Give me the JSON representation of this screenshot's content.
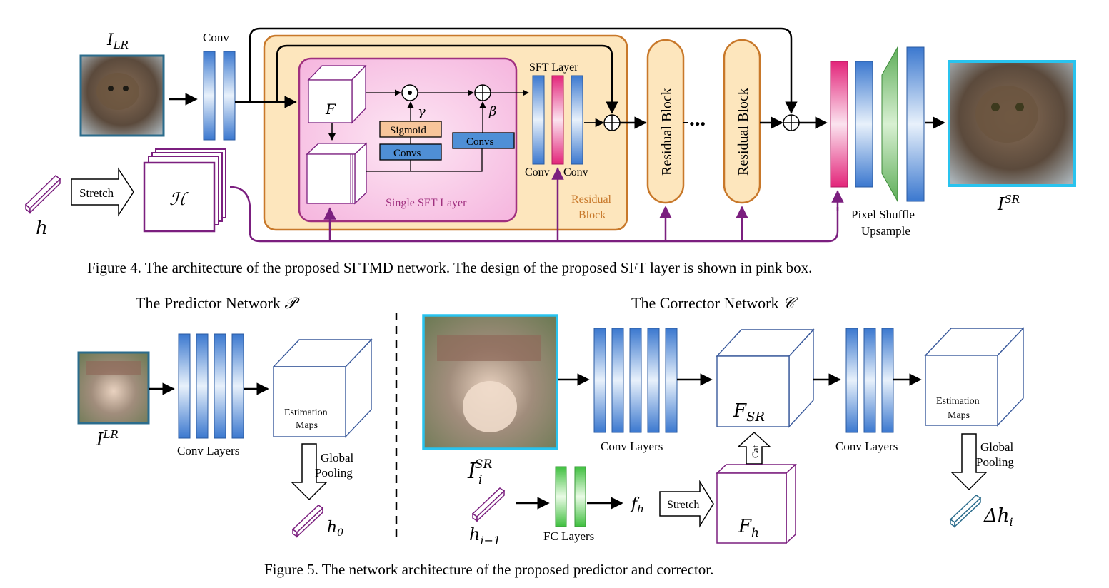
{
  "figure4": {
    "caption": "Figure 4. The architecture of the proposed SFTMD network. The design of the proposed SFT layer is shown in pink box.",
    "input_label": "I",
    "input_sub": "LR",
    "conv_label": "Conv",
    "h_label": "h",
    "stretch_label": "Stretch",
    "H_label": "ℋ",
    "F_label": "F",
    "sigmoid_label": "Sigmoid",
    "convs_label_1": "Convs",
    "convs_label_2": "Convs",
    "gamma_label": "γ",
    "beta_label": "β",
    "odot_symbol": "⊙",
    "oplus_symbol": "⊕",
    "single_sft_label": "Single SFT Layer",
    "sft_layer_label": "SFT Layer",
    "sft_conv_left": "Conv",
    "sft_conv_right": "Conv",
    "residual_block_label_1": "Residual",
    "residual_block_label_2": "Block",
    "residual_block_vertical_1": "Residual Block",
    "residual_block_vertical_2": "Residual Block",
    "dots": "•••",
    "pixel_shuffle_1": "Pixel Shuffle",
    "pixel_shuffle_2": "Upsample",
    "output_label": "I",
    "output_sup": "SR"
  },
  "figure5": {
    "caption": "Figure 5. The network architecture of the proposed predictor and corrector.",
    "predictor_title": "The Predictor Network",
    "predictor_symbol": "𝒫",
    "corrector_title": "The Corrector Network",
    "corrector_symbol": "𝒞",
    "pred_input_label": "I",
    "pred_input_sup": "LR",
    "pred_conv_layers": "Conv Layers",
    "pred_est_maps_1": "Estimation",
    "pred_est_maps_2": "Maps",
    "pred_global_1": "Global",
    "pred_global_2": "Pooling",
    "h0_label": "h",
    "h0_sub": "0",
    "corr_input_label": "I",
    "corr_input_sub": "i",
    "corr_input_sup": "SR",
    "corr_conv_layers_1": "Conv Layers",
    "corr_conv_layers_2": "Conv Layers",
    "fsr_label": "F",
    "fsr_sub": "SR",
    "cat_label": "Cat",
    "hi1_label": "h",
    "hi1_sub": "i−1",
    "fc_layers": "FC Layers",
    "fh_small_label": "f",
    "fh_small_sub": "h",
    "stretch_label": "Stretch",
    "Fh_label": "F",
    "Fh_sub": "h",
    "corr_est_maps_1": "Estimation",
    "corr_est_maps_2": "Maps",
    "corr_global_1": "Global",
    "corr_global_2": "Pooling",
    "delta_label": "Δh",
    "delta_sub": "i"
  },
  "colors": {
    "blue_bar": "#4f8fd6",
    "pink_bar": "#e8347c",
    "green_bar": "#5cc85c",
    "purple": "#7b1f7f",
    "orange_border": "#c8782a",
    "orange_fill": "#fde6bd",
    "pink_box": "#f6bde2",
    "pink_border": "#a0307f",
    "sigmoid_fill": "#f7c59a",
    "cyan_border": "#29c3ee",
    "teal_border": "#2b6c8c",
    "est_border": "#3a5a9c"
  }
}
